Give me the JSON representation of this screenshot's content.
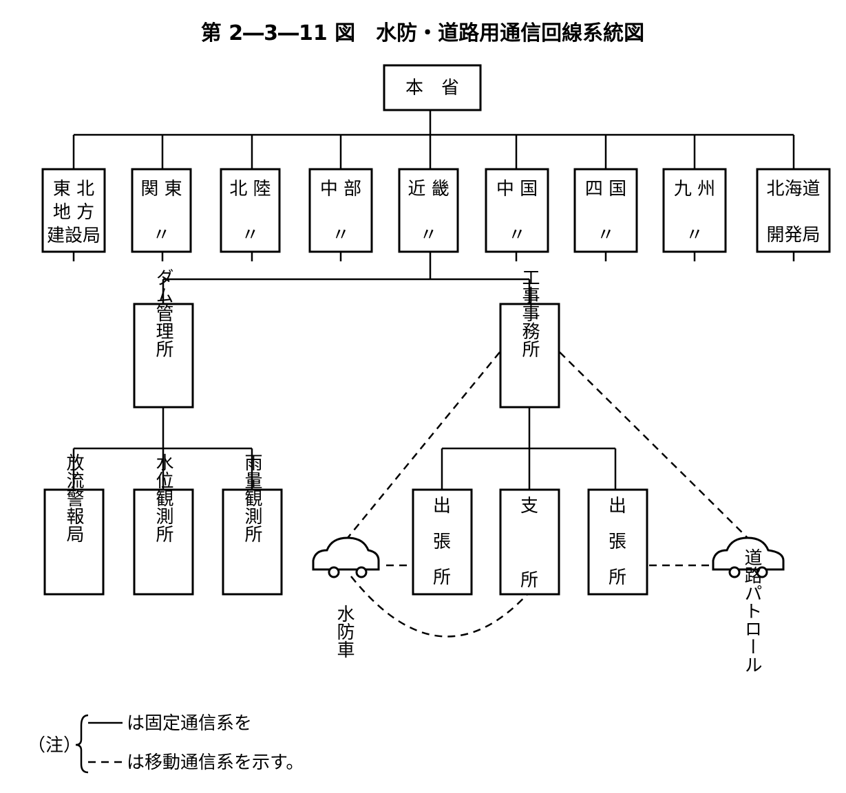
{
  "title": "第 2―3―11 図　水防・道路用通信回線系統図",
  "root": "本　省",
  "regions": [
    [
      "東 北",
      "地 方",
      "建設局"
    ],
    [
      "関 東",
      "〃"
    ],
    [
      "北 陸",
      "〃"
    ],
    [
      "中 部",
      "〃"
    ],
    [
      "近 畿",
      "〃"
    ],
    [
      "中 国",
      "〃"
    ],
    [
      "四 国",
      "〃"
    ],
    [
      "九 州",
      "〃"
    ],
    [
      "北海道",
      "開発局"
    ]
  ],
  "dam_office": "ダム管理所",
  "works_office": "工事事務所",
  "dam_children": [
    "放流警報局",
    "水位観測所",
    "雨量観測所"
  ],
  "works_children": [
    [
      "出",
      "張",
      "所"
    ],
    [
      "支",
      "所"
    ],
    [
      "出",
      "張",
      "所"
    ]
  ],
  "vehicle_flood": "水防車",
  "vehicle_patrol": "道路パトロール",
  "note": {
    "prefix": "（注）",
    "fixed": "は固定通信系を",
    "mobile": "は移動通信系を示す。"
  }
}
